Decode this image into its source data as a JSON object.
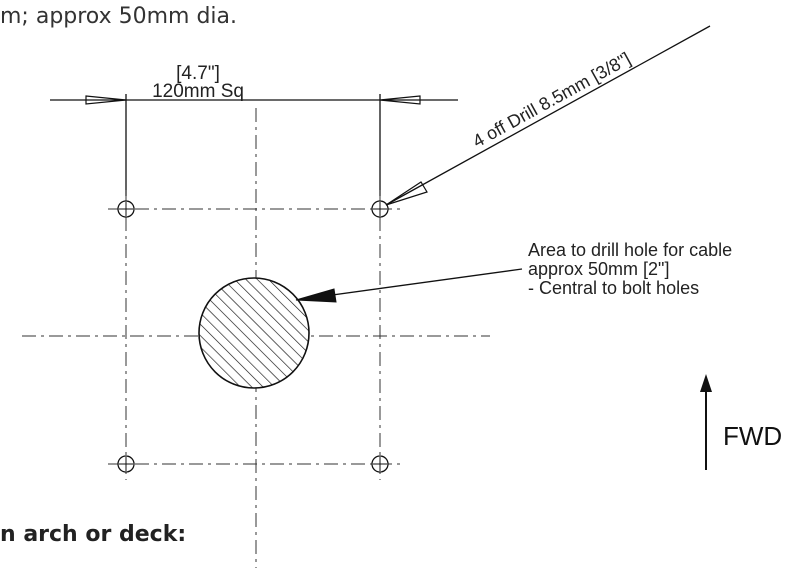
{
  "header_text": "m; approx 50mm dia.",
  "footer_text": "n arch or deck:",
  "dimension": {
    "inch_label": "[4.7\"]",
    "mm_label": "120mm Sq"
  },
  "drill_label": "4 off Drill 8.5mm [3/8\"]",
  "cable_note": {
    "line1": "Area to drill hole for cable",
    "line2": "approx 50mm [2\"]",
    "line3": "- Central to bolt holes"
  },
  "direction": {
    "label": "FWD"
  },
  "colors": {
    "ink": "#111111",
    "text": "#222222"
  }
}
